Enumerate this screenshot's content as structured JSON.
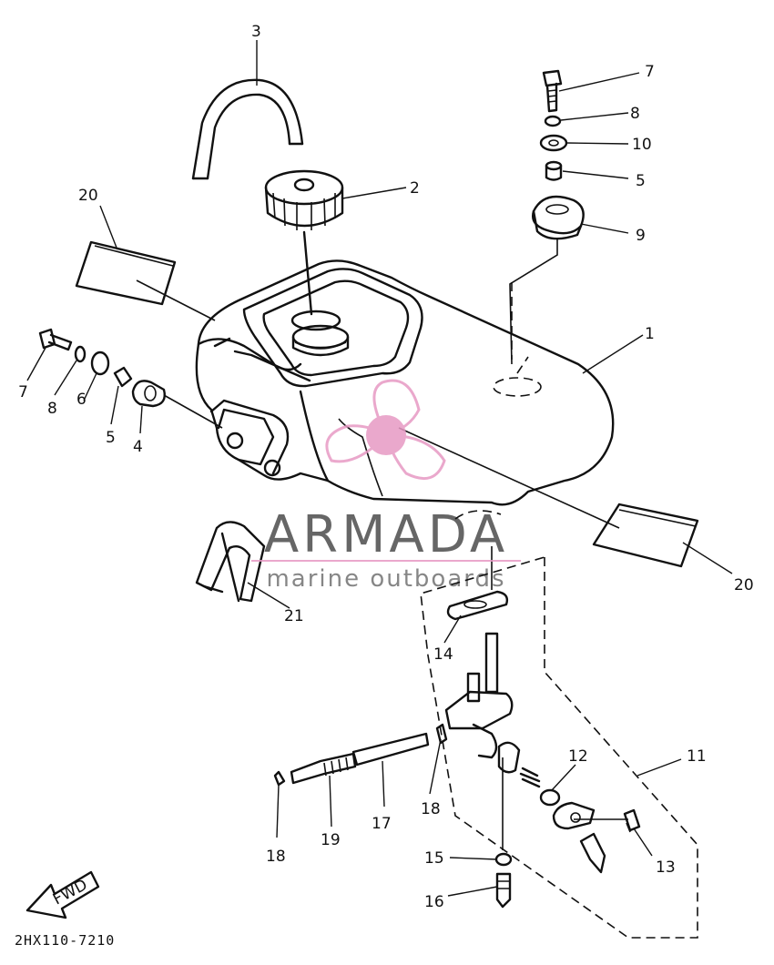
{
  "diagram_code": "2HX110-7210",
  "fwd_label": "FWD",
  "watermark": {
    "brand": "ARMADA",
    "tagline": "marine outboards",
    "color": "#e79ac4"
  },
  "callouts": {
    "p1": "1",
    "p2": "2",
    "p3": "3",
    "p4": "4",
    "p5a": "5",
    "p5b": "5",
    "p6": "6",
    "p7a": "7",
    "p7b": "7",
    "p8a": "8",
    "p8b": "8",
    "p9": "9",
    "p10": "10",
    "p11": "11",
    "p12": "12",
    "p13": "13",
    "p14": "14",
    "p15": "15",
    "p16": "16",
    "p17": "17",
    "p18a": "18",
    "p18b": "18",
    "p19": "19",
    "p20a": "20",
    "p20b": "20",
    "p21": "21"
  }
}
